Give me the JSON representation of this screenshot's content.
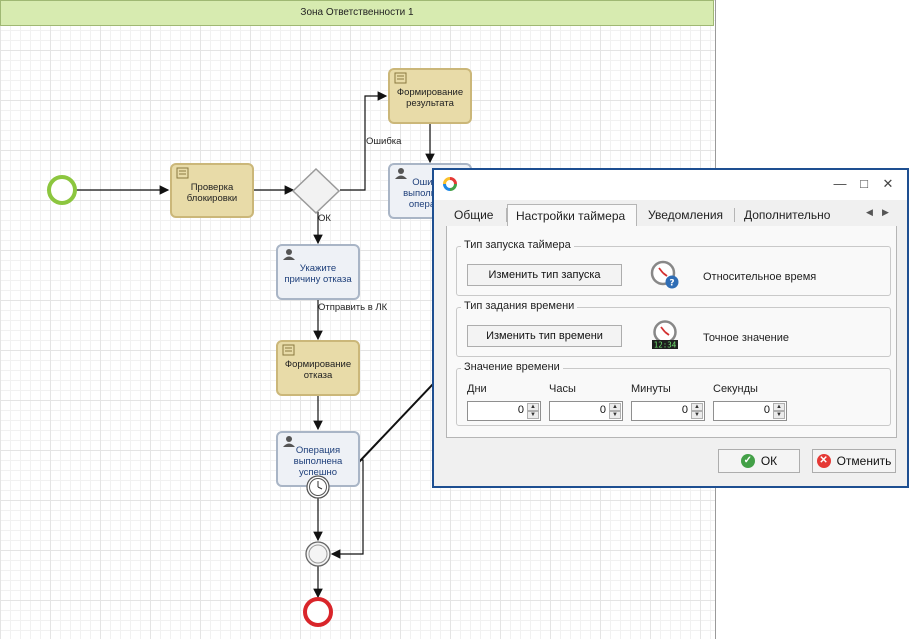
{
  "lane": {
    "title": "Зона Ответственности 1"
  },
  "diagram": {
    "tasks": {
      "check_lock": "Проверка блокировки",
      "form_result": "Формирование результата",
      "error_op": "Ошибка выполнения операции",
      "reason": "Укажите причину отказа",
      "form_refusal": "Формирование отказа",
      "op_success": "Операция выполнена успешно"
    },
    "flow_labels": {
      "error": "Ошибка",
      "ok": "ОК",
      "send": "Отправить в ЛК"
    },
    "colors": {
      "start": "#8cc63f",
      "end": "#d9252a",
      "script_task": "#e8dba8",
      "user_task": "#eef1f6"
    }
  },
  "dialog": {
    "tabs": [
      "Общие",
      "Настройки таймера",
      "Уведомления",
      "Дополнительно"
    ],
    "active_tab": "Настройки таймера",
    "launch_group": {
      "title": "Тип запуска таймера",
      "button": "Изменить тип запуска",
      "value": "Относительное время"
    },
    "time_group": {
      "title": "Тип задания времени",
      "button": "Изменить тип времени",
      "value": "Точное значение",
      "clock_digits": "12:34"
    },
    "value_group": {
      "title": "Значение времени",
      "fields": [
        {
          "label": "Дни",
          "value": "0"
        },
        {
          "label": "Часы",
          "value": "0"
        },
        {
          "label": "Минуты",
          "value": "0"
        },
        {
          "label": "Секунды",
          "value": "0"
        }
      ]
    },
    "ok_label": "ОК",
    "cancel_label": "Отменить",
    "window_buttons": {
      "minimize": "—",
      "maximize": "□",
      "close": "✕"
    },
    "tab_scroll": {
      "left": "◀",
      "right": "▶"
    },
    "accent": "#1e4f91"
  }
}
